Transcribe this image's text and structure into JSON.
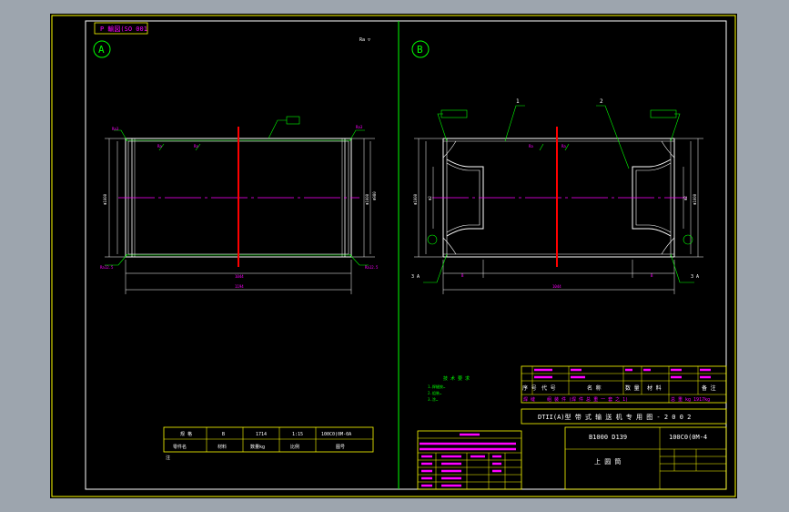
{
  "drawing": {
    "code_box": "P 輸図(SO 001",
    "view_a_label": "A",
    "view_b_label": "B",
    "part_labels": [
      "1",
      "2"
    ],
    "section_marks": [
      "3 A",
      "3 A"
    ]
  },
  "notes": {
    "title": "技 术 要 求",
    "lines": [
      "1.焊缝按…",
      "2.组装…",
      "3.涂…"
    ]
  },
  "small_table": {
    "r1": [
      "规 格",
      "B",
      "1714",
      "1:15",
      "100C0(0M-0A"
    ],
    "r2": [
      "零件名",
      "材料",
      "数量kg",
      "比例",
      "图号"
    ],
    "corner": "注"
  },
  "title_block": {
    "row_labels": [
      "序 号",
      "代 号",
      "名 称",
      "数 量",
      "材 料",
      "备 注"
    ],
    "weight_row": [
      "焊 缝",
      "组 装 件 (焊 件 总 重 一 套 之 1)",
      "总 重 kg  1917kg"
    ],
    "series": "DTII(A)型 带 式 输 送 机 专 用 图 - 2 0 0 2",
    "spec": "B1000 D139",
    "drawing_no": "100C0(0M-4",
    "part_name": "上 圆 筒"
  }
}
